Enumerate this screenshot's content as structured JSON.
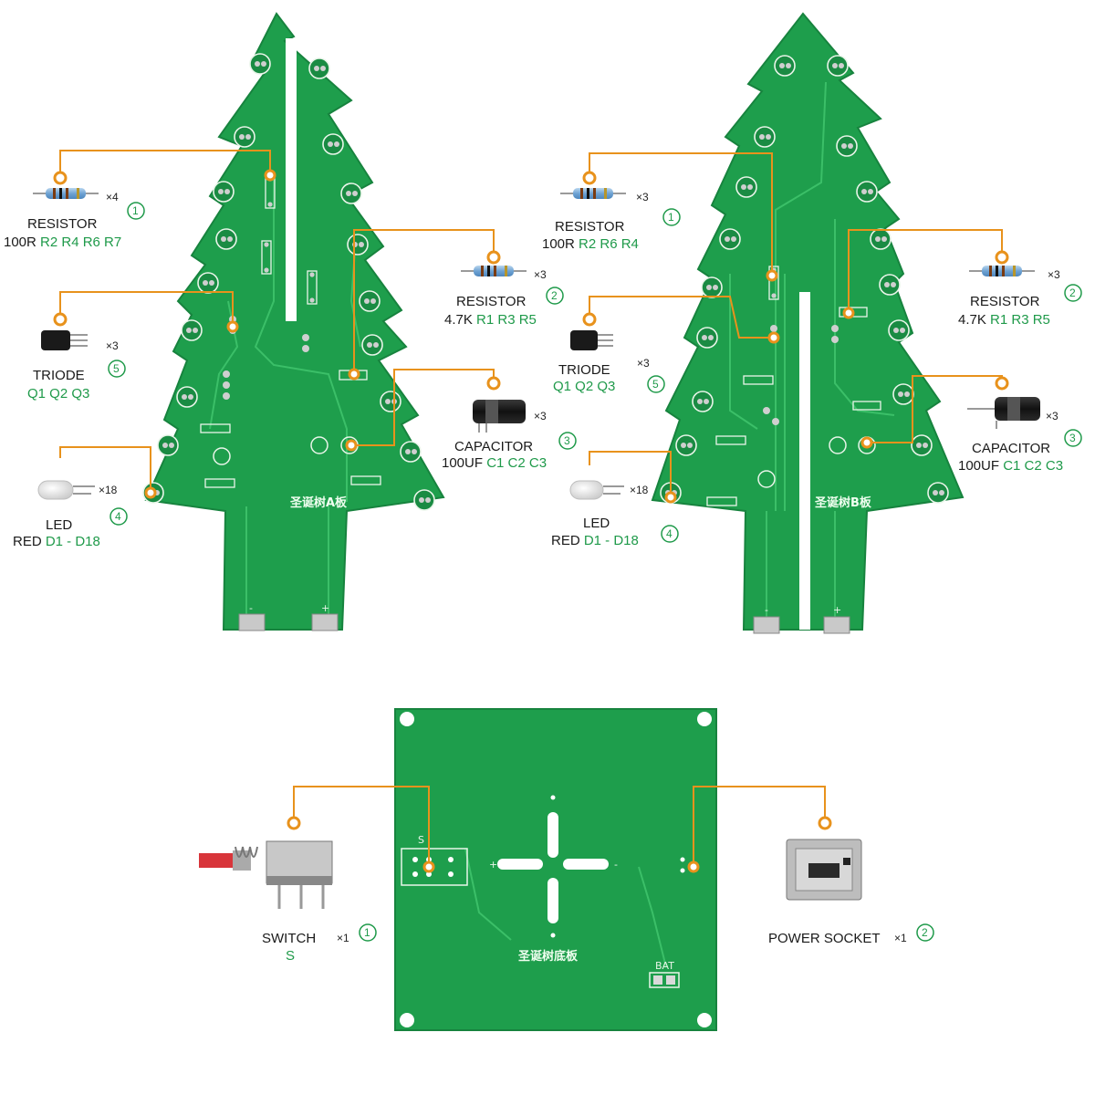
{
  "colors": {
    "pcb": "#1e9e4c",
    "pcb_dark": "#17833e",
    "trace": "#2bb35c",
    "leader": "#e8921c",
    "label_green": "#1f9a4a",
    "pad": "#d9d9d9"
  },
  "board_a": {
    "silk_title": "圣诞树A板",
    "minus": "-",
    "plus": "+",
    "callouts": [
      {
        "name": "RESISTOR",
        "spec": "100R",
        "refs": "R2 R4 R6 R7",
        "qty": "×4",
        "index": "1",
        "icon": "resistor-icon"
      },
      {
        "name": "RESISTOR",
        "spec": "4.7K",
        "refs": "R1 R3 R5",
        "qty": "×3",
        "index": "2",
        "icon": "resistor-icon"
      },
      {
        "name": "CAPACITOR",
        "spec": "100UF",
        "refs": "C1 C2 C3",
        "qty": "×3",
        "index": "3",
        "icon": "capacitor-icon"
      },
      {
        "name": "LED",
        "spec": "RED",
        "refs": "D1 - D18",
        "qty": "×18",
        "index": "4",
        "icon": "led-icon"
      },
      {
        "name": "TRIODE",
        "spec": "",
        "refs": "Q1 Q2 Q3",
        "qty": "×3",
        "index": "5",
        "icon": "transistor-icon"
      }
    ]
  },
  "board_b": {
    "silk_title": "圣诞树B板",
    "minus": "-",
    "plus": "+",
    "callouts": [
      {
        "name": "RESISTOR",
        "spec": "100R",
        "refs": "R2 R6 R4",
        "qty": "×3",
        "index": "1",
        "icon": "resistor-icon"
      },
      {
        "name": "RESISTOR",
        "spec": "4.7K",
        "refs": "R1 R3 R5",
        "qty": "×3",
        "index": "2",
        "icon": "resistor-icon"
      },
      {
        "name": "CAPACITOR",
        "spec": "100UF",
        "refs": "C1 C2 C3",
        "qty": "×3",
        "index": "3",
        "icon": "capacitor-icon"
      },
      {
        "name": "LED",
        "spec": "RED",
        "refs": "D1 - D18",
        "qty": "×18",
        "index": "4",
        "icon": "led-icon"
      },
      {
        "name": "TRIODE",
        "spec": "",
        "refs": "Q1 Q2 Q3",
        "qty": "×3",
        "index": "5",
        "icon": "transistor-icon"
      }
    ]
  },
  "base_board": {
    "silk_title": "圣诞树底板",
    "switch_silk": "S",
    "bat_silk": "BAT",
    "plus": "+",
    "minus": "-",
    "callouts": [
      {
        "name": "SWITCH",
        "refs": "S",
        "qty": "×1",
        "index": "1",
        "icon": "push-switch-icon"
      },
      {
        "name": "POWER SOCKET",
        "refs": "",
        "qty": "×1",
        "index": "2",
        "icon": "usb-socket-icon"
      }
    ]
  }
}
